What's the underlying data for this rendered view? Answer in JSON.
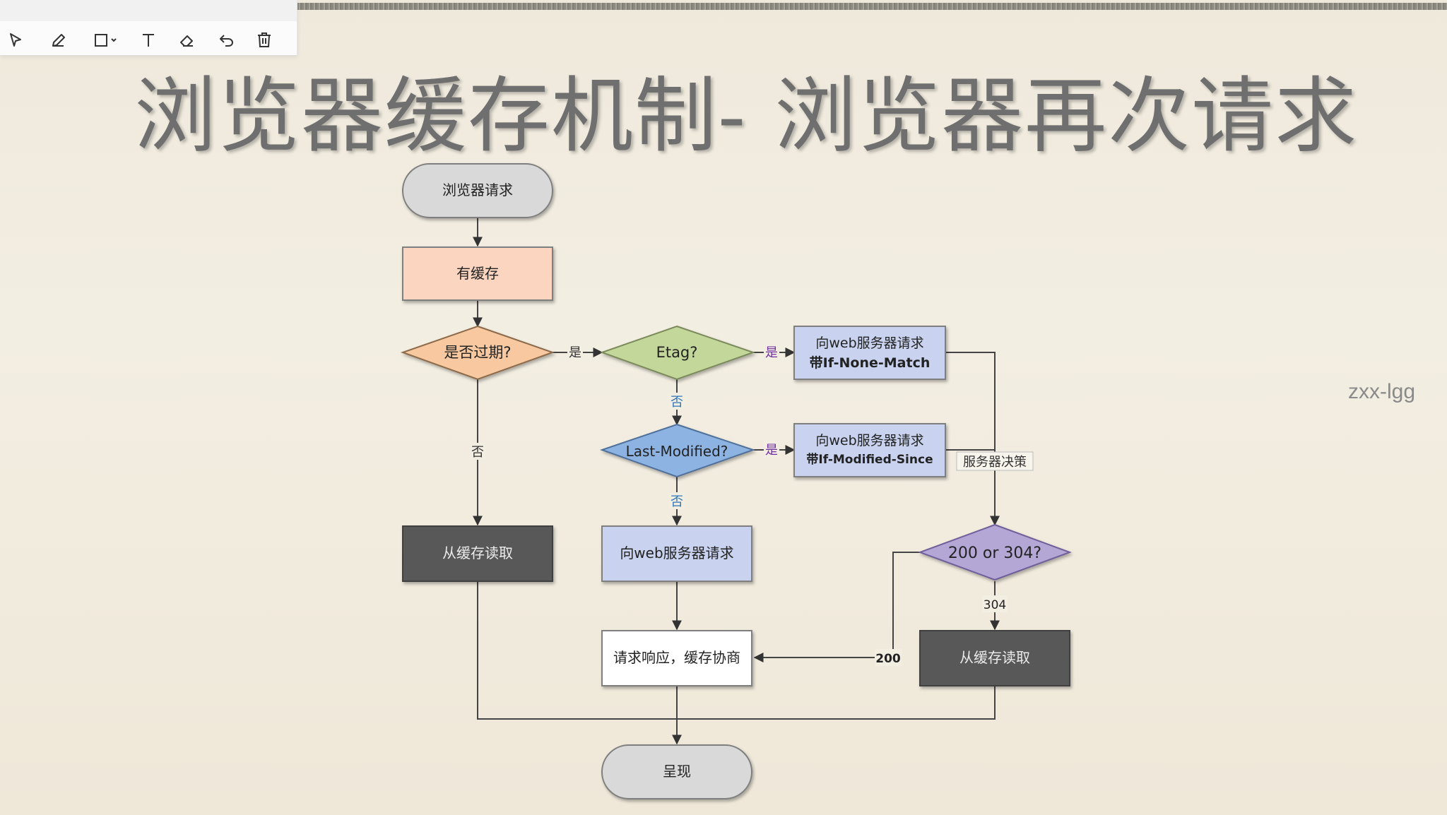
{
  "toolbar": {
    "tools": [
      {
        "name": "select-tool",
        "icon": "cursor-arrow-icon"
      },
      {
        "name": "pen-tool",
        "icon": "pencil-icon"
      },
      {
        "name": "shape-tool",
        "icon": "rectangle-dropdown-icon"
      },
      {
        "name": "text-tool",
        "icon": "text-T-icon"
      },
      {
        "name": "eraser-tool",
        "icon": "eraser-icon"
      },
      {
        "name": "undo-tool",
        "icon": "undo-icon"
      },
      {
        "name": "clear-tool",
        "icon": "trash-icon"
      }
    ]
  },
  "slide": {
    "title": "浏览器缓存机制-   浏览器再次请求"
  },
  "watermark": "zxx-lgg",
  "flowchart": {
    "nodes": {
      "start": "浏览器请求",
      "has_cache": "有缓存",
      "expired": "是否过期?",
      "etag": "Etag?",
      "if_none_match_line1": "向web服务器请求",
      "if_none_match_line2": "带If-None-Match",
      "last_modified": "Last-Modified?",
      "if_modified_since_line1": "向web服务器请求",
      "if_modified_since_line2": "带If-Modified-Since",
      "read_cache_left": "从缓存读取",
      "request_server": "向web服务器请求",
      "response_negotiate": "请求响应，缓存协商",
      "status_check": "200 or 304?",
      "read_cache_right": "从缓存读取",
      "render": "呈现"
    },
    "edge_labels": {
      "expired_yes": "是",
      "etag_yes": "是",
      "etag_no": "否",
      "lm_yes": "是",
      "lm_no": "否",
      "expired_no": "否",
      "server_decision": "服务器决策",
      "code_304": "304",
      "code_200": "200"
    },
    "colors": {
      "start_fill": "#d9d9d9",
      "cache_fill": "#fbd5c0",
      "expired_fill": "#f8c9a0",
      "etag_fill": "#c4d79b",
      "lm_fill": "#8db3e2",
      "request_fill": "#c9d3ef",
      "dark_fill": "#595959",
      "status_fill": "#b4a7d6",
      "white_fill": "#ffffff",
      "yes_label": "#7030a0",
      "no_label": "#2e75b6"
    }
  }
}
